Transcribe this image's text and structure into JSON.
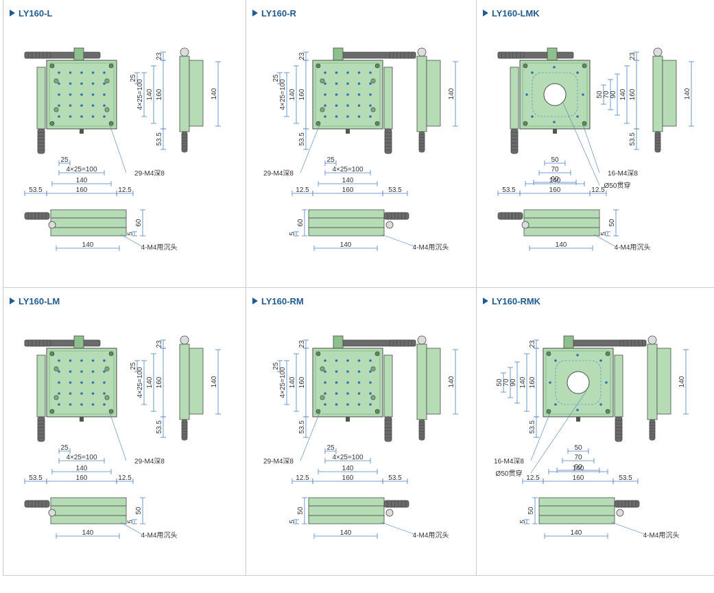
{
  "colors": {
    "plate": "#b6dcb5",
    "plate_dark": "#8fbf8f",
    "dim": "#4a7ec4",
    "outline": "#4a4a4a",
    "micrometer": "#6a6a6a",
    "title": "#1f5a91"
  },
  "panels": [
    {
      "title": "LY160-L",
      "variant": "L",
      "hole": false,
      "dims": {
        "d23": "23",
        "d25": "25",
        "d4x25": "4×25=100",
        "d140": "140",
        "d160": "160",
        "d535": "53.5",
        "d125": "12.5",
        "holes": "29-M4深8",
        "side140": "140",
        "d60": "60",
        "d5": "5",
        "sunk": "4-M4用沉头"
      }
    },
    {
      "title": "LY160-R",
      "variant": "R",
      "hole": false,
      "dims": {
        "d23": "23",
        "d25": "25",
        "d4x25": "4×25=100",
        "d140": "140",
        "d160": "160",
        "d535": "53.5",
        "d125": "12.5",
        "holes": "29-M4深8",
        "side140": "140",
        "d60": "60",
        "d5": "5",
        "sunk": "4-M4用沉头"
      }
    },
    {
      "title": "LY160-LMK",
      "variant": "L",
      "hole": true,
      "dims": {
        "d23": "23",
        "d50": "50",
        "d70": "70",
        "d90": "90",
        "d140": "140",
        "d160": "160",
        "d535": "53.5",
        "d125": "12.5",
        "holes": "16-M4深8",
        "bore": "Ø50贯穿",
        "side140": "140",
        "d60": "50",
        "d5": "5",
        "sunk": "4-M4用沉头"
      }
    },
    {
      "title": "LY160-LM",
      "variant": "L",
      "hole": false,
      "dims": {
        "d23": "23",
        "d25": "25",
        "d4x25": "4×25=100",
        "d140": "140",
        "d160": "160",
        "d535": "53.5",
        "d125": "12.5",
        "holes": "29-M4深8",
        "side140": "140",
        "d60": "50",
        "d5": "5",
        "sunk": "4-M4用沉头"
      }
    },
    {
      "title": "LY160-RM",
      "variant": "R",
      "hole": false,
      "dims": {
        "d23": "23",
        "d25": "25",
        "d4x25": "4×25=100",
        "d140": "140",
        "d160": "160",
        "d535": "53.5",
        "d125": "12.5",
        "holes": "29-M4深8",
        "side140": "140",
        "d60": "50",
        "d5": "5",
        "sunk": "4-M4用沉头"
      }
    },
    {
      "title": "LY160-RMK",
      "variant": "R",
      "hole": true,
      "dims": {
        "d23": "23",
        "d50": "50",
        "d70": "70",
        "d90": "90",
        "d140": "140",
        "d160": "160",
        "d535": "53.5",
        "d125": "12.5",
        "holes": "16-M4深8",
        "bore": "Ø50贯穿",
        "side140": "140",
        "d60": "50",
        "d5": "5",
        "sunk": "4-M4用沉头"
      }
    }
  ]
}
